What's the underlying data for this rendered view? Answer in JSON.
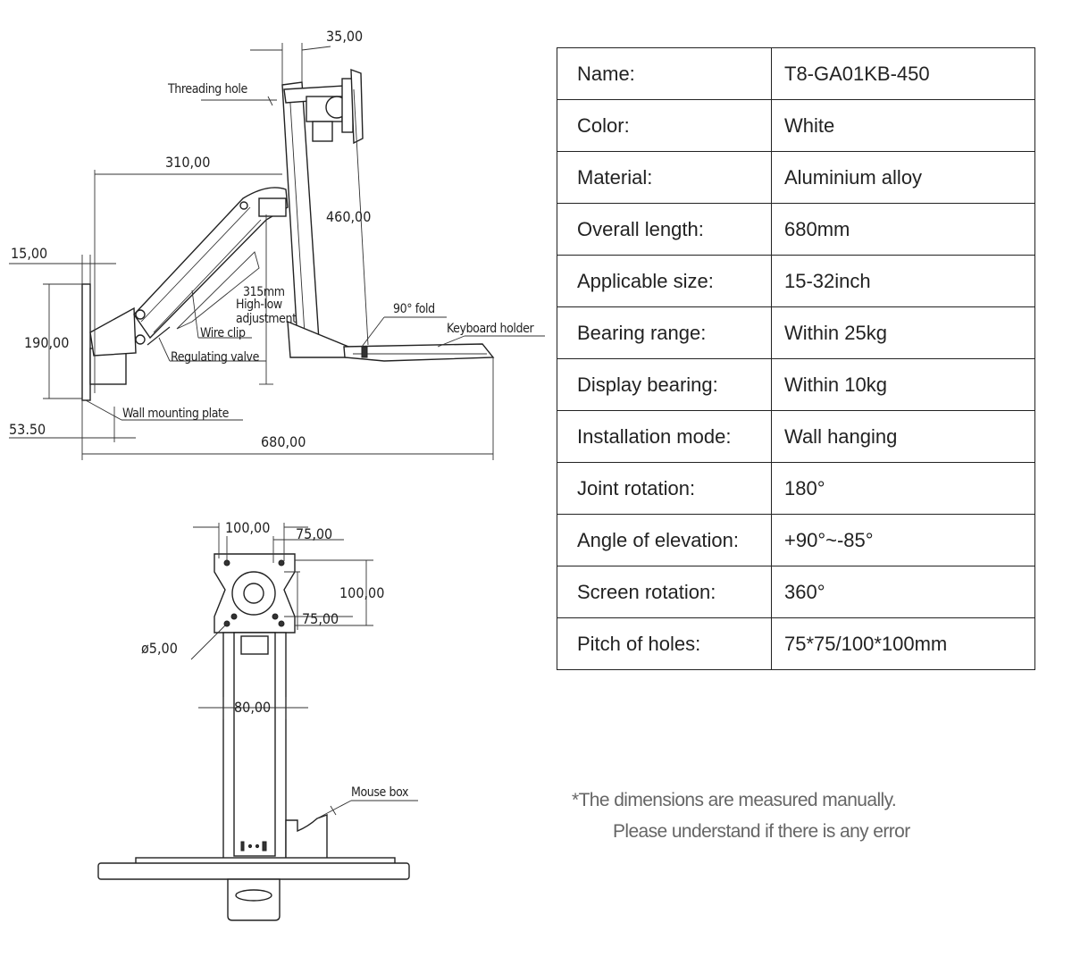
{
  "diagram": {
    "labels": {
      "threading_hole": "Threading hole",
      "wire_clip": "Wire clip",
      "regulating_valve": "Regulating valve",
      "wall_mounting_plate": "Wall mounting plate",
      "fold": "90° fold",
      "keyboard_holder": "Keyboard holder",
      "height_adjust_1": "315mm",
      "height_adjust_2": "High-low",
      "height_adjust_3": "adjustment",
      "mouse_box": "Mouse box"
    },
    "dimensions": {
      "top_width": "35,00",
      "arm_length": "310,00",
      "column_height": "460,00",
      "plate_offset": "15,00",
      "plate_height": "190,00",
      "base_offset": "53.50",
      "overall": "680,00",
      "vesa_outer_w": "100,00",
      "vesa_inner_w": "75,00",
      "vesa_outer_h": "100,00",
      "vesa_inner_h": "75,00",
      "hole_dia": "ø5,00",
      "column_w": "80,00"
    }
  },
  "specs": [
    {
      "key": "Name:",
      "value": "T8-GA01KB-450"
    },
    {
      "key": "Color:",
      "value": "White"
    },
    {
      "key": "Material:",
      "value": "Aluminium alloy"
    },
    {
      "key": "Overall length:",
      "value": "680mm"
    },
    {
      "key": "Applicable size:",
      "value": "15-32inch"
    },
    {
      "key": "Bearing range:",
      "value": "Within 25kg"
    },
    {
      "key": "Display bearing:",
      "value": "Within 10kg"
    },
    {
      "key": "Installation mode:",
      "value": "Wall hanging"
    },
    {
      "key": "Joint rotation:",
      "value": "180°"
    },
    {
      "key": "Angle of elevation:",
      "value": "+90°~-85°"
    },
    {
      "key": "Screen rotation:",
      "value": "360°"
    },
    {
      "key": "Pitch of holes:",
      "value": "75*75/100*100mm"
    }
  ],
  "notes": {
    "line1": "*The dimensions are measured manually.",
    "line2": "Please understand if there is any error"
  }
}
